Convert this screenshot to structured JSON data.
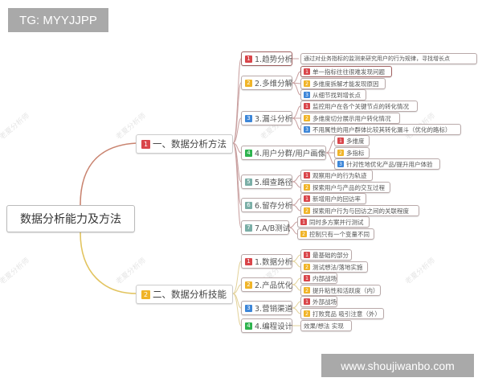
{
  "watermarks": {
    "top_left": "TG: MYYJJPP",
    "bottom_right": "www.shoujiwanbo.com",
    "faint_text": "老夏分析师"
  },
  "colors": {
    "badge_1": "#d9454a",
    "badge_2": "#f0b428",
    "badge_3": "#3d86d8",
    "badge_4": "#2eb34e",
    "badge_other": "#7aaea6",
    "branch_1_line": "#c9836f",
    "branch_2_line": "#e2c460"
  },
  "mindmap": {
    "root": "数据分析能力及方法",
    "branches": [
      {
        "badge": "1",
        "label": "一、数据分析方法",
        "children": [
          {
            "badge": "1",
            "label": "1.趋势分析",
            "children": [
              {
                "badge": "",
                "label": "通过对业务指标的监测来研究用户的行为规律，寻找增长点"
              }
            ]
          },
          {
            "badge": "2",
            "label": "2.多维分解",
            "children": [
              {
                "badge": "1",
                "label": "单一指标往往很难发现问题"
              },
              {
                "badge": "2",
                "label": "多维度拆解才能发现原因"
              },
              {
                "badge": "3",
                "label": "从细节找到增长点"
              }
            ]
          },
          {
            "badge": "3",
            "label": "3.漏斗分析",
            "children": [
              {
                "badge": "1",
                "label": "监控用户在各个关键节点的转化情况"
              },
              {
                "badge": "2",
                "label": "多维度切分展示用户转化情况"
              },
              {
                "badge": "3",
                "label": "不用属性的用户群体比较其转化漏斗（优化的路标）"
              }
            ]
          },
          {
            "badge": "4",
            "label": "4.用户分群/用户画像",
            "children": [
              {
                "badge": "1",
                "label": "多维度"
              },
              {
                "badge": "2",
                "label": "多指标"
              },
              {
                "badge": "3",
                "label": "针对性地优化产品/提升用户体验"
              }
            ]
          },
          {
            "badge": "5",
            "label": "5.细查路径",
            "children": [
              {
                "badge": "1",
                "label": "观察用户的行为轨迹"
              },
              {
                "badge": "2",
                "label": "探索用户与产品的交互过程"
              }
            ]
          },
          {
            "badge": "6",
            "label": "6.留存分析",
            "children": [
              {
                "badge": "1",
                "label": "新增用户的回访率"
              },
              {
                "badge": "2",
                "label": "探索用户行为与回访之间的关联程度"
              }
            ]
          },
          {
            "badge": "7",
            "label": "7.A/B测试",
            "children": [
              {
                "badge": "1",
                "label": "同时多方案并行测试"
              },
              {
                "badge": "2",
                "label": "控制只有一个变量不同"
              }
            ]
          }
        ]
      },
      {
        "badge": "2",
        "label": "二、数据分析技能",
        "children": [
          {
            "badge": "1",
            "label": "1.数据分析",
            "children": [
              {
                "badge": "1",
                "label": "最基础的部分"
              },
              {
                "badge": "2",
                "label": "测试想法/落地实施"
              }
            ]
          },
          {
            "badge": "2",
            "label": "2.产品优化",
            "children": [
              {
                "badge": "1",
                "label": "内部战场"
              },
              {
                "badge": "2",
                "label": "提升粘性和活跃度（内）"
              }
            ]
          },
          {
            "badge": "3",
            "label": "3.营销渠道",
            "children": [
              {
                "badge": "1",
                "label": "外部战场"
              },
              {
                "badge": "2",
                "label": "打败竞品 吸引注意（外）"
              }
            ]
          },
          {
            "badge": "4",
            "label": "4.编程设计",
            "children": [
              {
                "badge": "",
                "label": "效果/想法 实现"
              }
            ]
          }
        ]
      }
    ]
  }
}
